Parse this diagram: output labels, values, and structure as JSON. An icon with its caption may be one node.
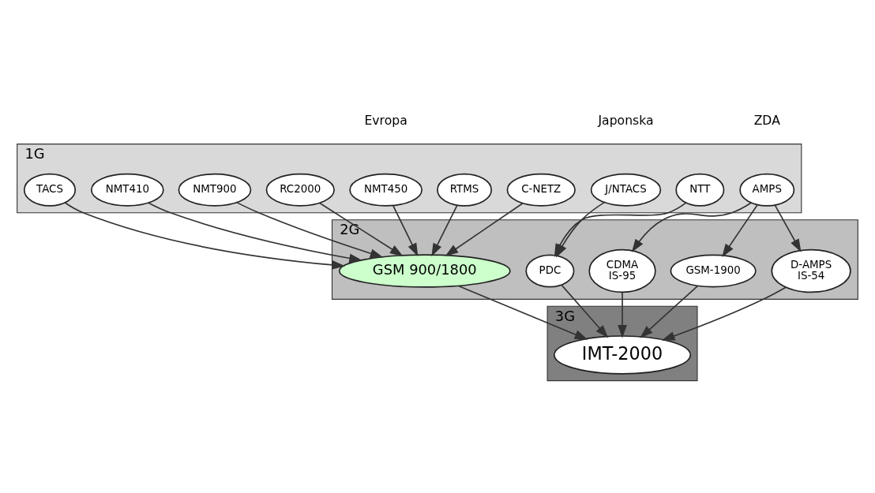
{
  "diagram": {
    "nodes": [
      {
        "text": [
          "1G"
        ]
      },
      {
        "text": [
          "J/NTACS"
        ],
        "in": 0
      },
      {
        "text": [
          "NTT"
        ],
        "in": 0
      },
      {
        "text": [
          "AMPS"
        ],
        "in": 0
      },
      {
        "text": [
          "NMT900"
        ],
        "in": 0
      },
      {
        "text": [
          "NMT450"
        ],
        "in": 0
      },
      {
        "text": [
          "NMT410"
        ],
        "in": 0
      },
      {
        "text": [
          "TACS"
        ],
        "in": 0
      },
      {
        "text": [
          "C-NETZ"
        ],
        "in": 0
      },
      {
        "text": [
          "RTMS"
        ],
        "in": 0
      },
      {
        "text": [
          "RC2000"
        ],
        "in": 0
      },
      {
        "text": [
          "2G"
        ]
      },
      {
        "text": [
          "PDC"
        ],
        "in": 11
      },
      {
        "text": [
          "D-AMPS",
          "IS-54"
        ],
        "in": 11
      },
      {
        "text": [
          "GSM-1900"
        ],
        "in": 11
      },
      {
        "text": [
          "CDMA",
          "IS-95"
        ],
        "in": 11
      },
      {
        "text": [
          "GSM 900/1800"
        ],
        "in": 11
      },
      {
        "text": [
          "3G"
        ]
      },
      {
        "text": [
          "IMT-2000"
        ],
        "in": 17
      }
    ],
    "edges": [
      {
        "from": 1,
        "to": 12,
        "arrow": "to"
      },
      {
        "from": 2,
        "to": 12,
        "arrow": "to"
      },
      {
        "from": 3,
        "to": 13,
        "arrow": "to"
      },
      {
        "from": 3,
        "to": 15,
        "arrow": "to"
      },
      {
        "from": 3,
        "to": 14,
        "arrow": "to"
      },
      {
        "from": 7,
        "to": 16,
        "arrow": "to"
      },
      {
        "from": 4,
        "to": 16,
        "arrow": "to"
      },
      {
        "from": 8,
        "to": 16,
        "arrow": "to"
      },
      {
        "from": 5,
        "to": 16,
        "arrow": "to"
      },
      {
        "from": 9,
        "to": 16,
        "arrow": "to"
      },
      {
        "from": 6,
        "to": 16,
        "arrow": "to"
      },
      {
        "from": 10,
        "to": 16,
        "arrow": "to"
      },
      {
        "from": 12,
        "to": 18,
        "arrow": "to"
      },
      {
        "from": 13,
        "to": 18,
        "arrow": "to"
      },
      {
        "from": 15,
        "to": 18,
        "arrow": "to"
      },
      {
        "from": 14,
        "to": 18,
        "arrow": "to"
      },
      {
        "from": 16,
        "to": 18,
        "arrow": "to"
      }
    ],
    "labels": [
      "Japonska",
      "ZDA",
      "Evropa"
    ]
  }
}
